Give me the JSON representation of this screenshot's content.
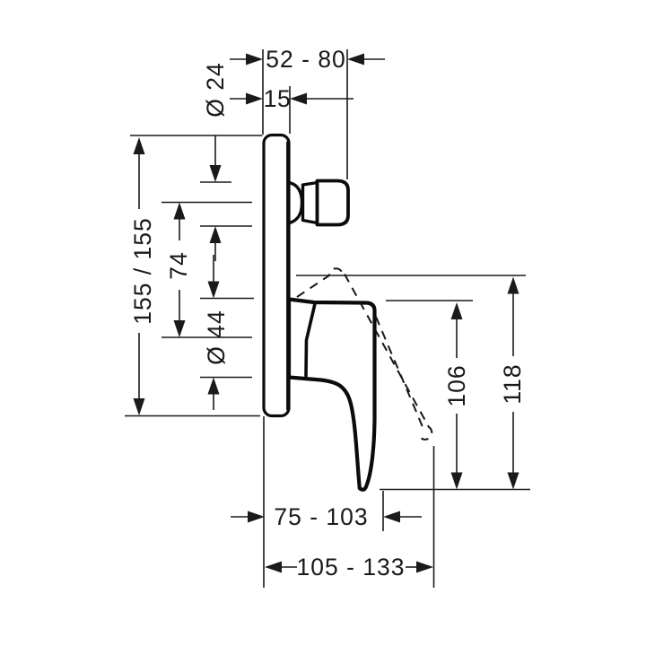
{
  "drawing": {
    "type": "technical-dimension-drawing",
    "subject": "concealed-single-lever-bath-mixer-side-view",
    "ink_color": "#1a1a1a",
    "background_color": "#ffffff",
    "dimensions": {
      "wall_to_knob_front": "52 - 80",
      "wall_to_plate_front": "15",
      "knob_diameter": "Ø 24",
      "plate_height": "155 / 155",
      "knob_to_handle_axis": "74",
      "handle_hub_diameter": "Ø 44",
      "handle_top_height_closed": "106",
      "handle_top_height_open": "118",
      "wall_to_handle_tip": "75 - 103",
      "wall_to_handle_tip_open": "105 - 133"
    }
  }
}
